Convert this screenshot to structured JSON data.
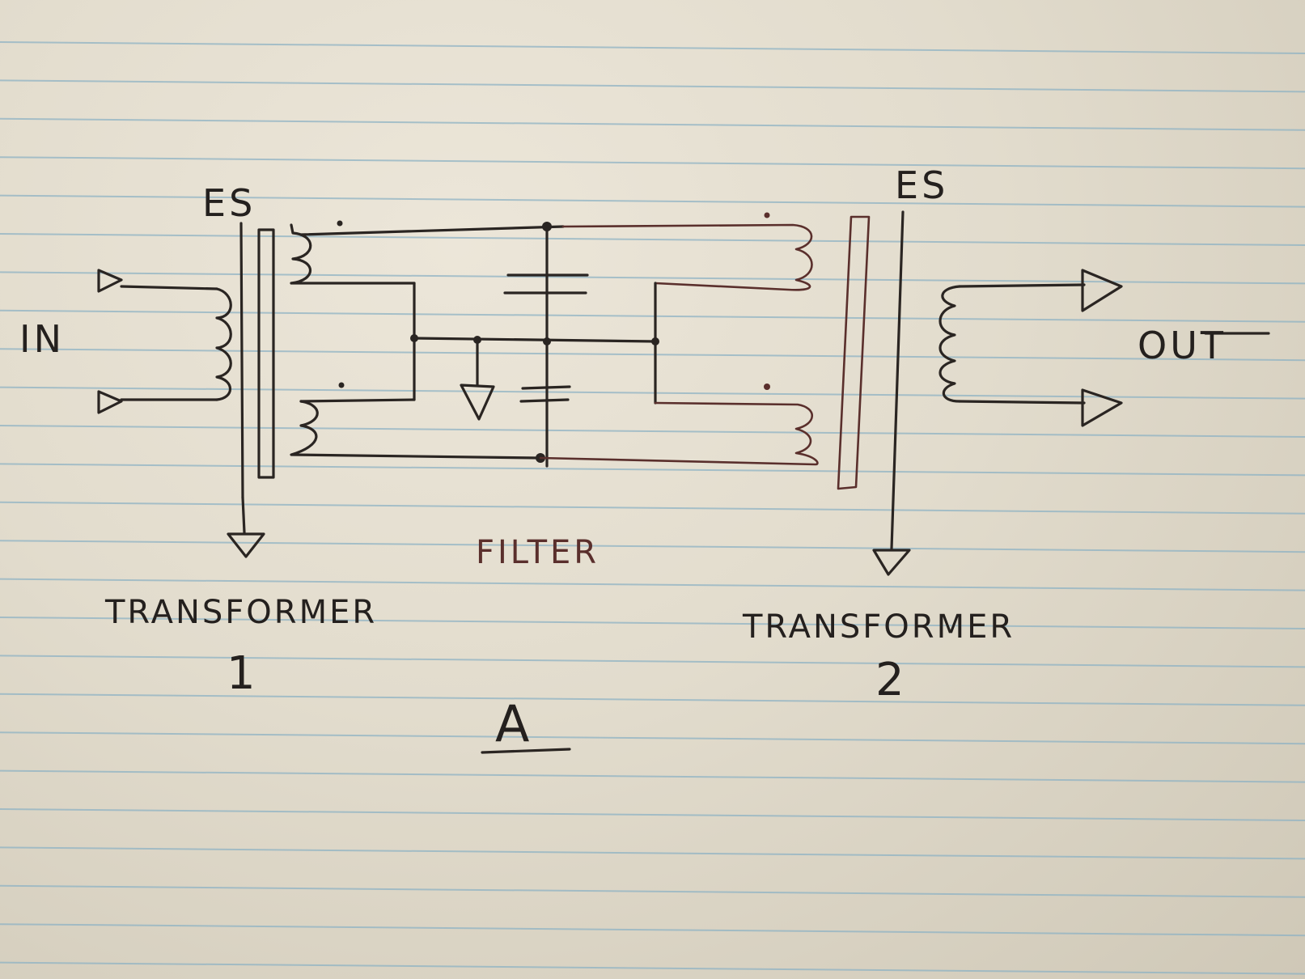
{
  "diagram": {
    "labels": {
      "input": "IN",
      "output": "OUT",
      "shield_left": "ES",
      "shield_right": "ES",
      "filter": "FILTER",
      "transformer_left": "TRANSFORMER",
      "transformer_left_number": "1",
      "transformer_right": "TRANSFORMER",
      "transformer_right_number": "2",
      "figure_letter": "A"
    },
    "colors": {
      "paper": "#e2dccd",
      "rule_lines": "#8fb3c4",
      "pencil_ink": "#2a2522",
      "brown_ink": "#5a2f2c"
    }
  }
}
